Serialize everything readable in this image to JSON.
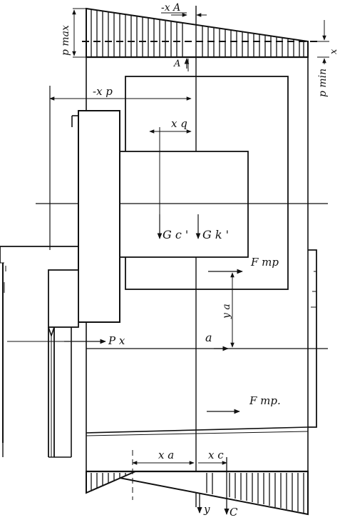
{
  "labels": {
    "p_max": "p max",
    "p_min": "p min",
    "x_a_top": "-x A",
    "x_axis": "x",
    "point_a_top": "A",
    "x_p": "-x p",
    "x_q": "x q",
    "g_c": "G c '",
    "g_k": "G k '",
    "f_tr_upper": "F mp",
    "y_a": "y a",
    "p_x": "P x",
    "point_a_low": "a",
    "f_tr_lower": "F mp.",
    "x_a_bottom": "x a",
    "x_c": "x c",
    "y_axis": "y",
    "c_label": "C"
  }
}
